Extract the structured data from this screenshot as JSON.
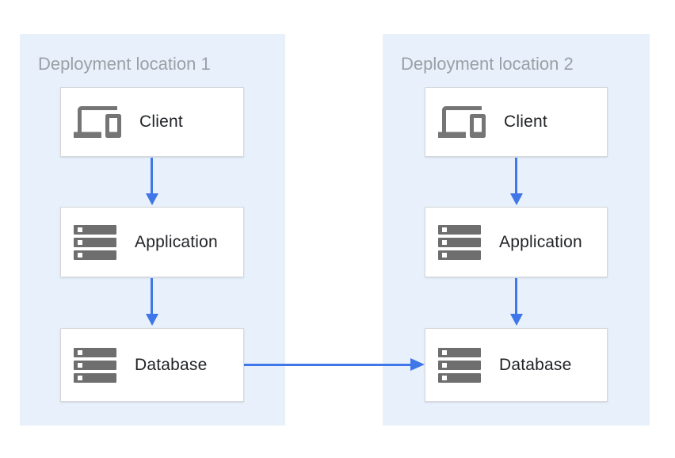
{
  "diagram": {
    "type": "architecture-diagram",
    "groups": [
      {
        "id": "deployment-location-1",
        "title": "Deployment location 1",
        "nodes": [
          {
            "id": "client-1",
            "label": "Client",
            "icon": "devices-icon"
          },
          {
            "id": "application-1",
            "label": "Application",
            "icon": "server-stack-icon"
          },
          {
            "id": "database-1",
            "label": "Database",
            "icon": "server-stack-icon"
          }
        ]
      },
      {
        "id": "deployment-location-2",
        "title": "Deployment location 2",
        "nodes": [
          {
            "id": "client-2",
            "label": "Client",
            "icon": "devices-icon"
          },
          {
            "id": "application-2",
            "label": "Application",
            "icon": "server-stack-icon"
          },
          {
            "id": "database-2",
            "label": "Database",
            "icon": "server-stack-icon"
          }
        ]
      }
    ],
    "connections": [
      {
        "from": "client-1",
        "to": "application-1",
        "direction": "down"
      },
      {
        "from": "application-1",
        "to": "database-1",
        "direction": "down"
      },
      {
        "from": "client-2",
        "to": "application-2",
        "direction": "down"
      },
      {
        "from": "application-2",
        "to": "database-2",
        "direction": "down"
      },
      {
        "from": "database-1",
        "to": "database-2",
        "direction": "right"
      }
    ],
    "colors": {
      "group_background": "#e8f1fb",
      "node_background": "#ffffff",
      "node_border": "#d5d8db",
      "arrow": "#3f76e8",
      "icon_gray": "#757575",
      "group_title_text": "#9aa0a6",
      "node_label_text": "#212327"
    }
  }
}
